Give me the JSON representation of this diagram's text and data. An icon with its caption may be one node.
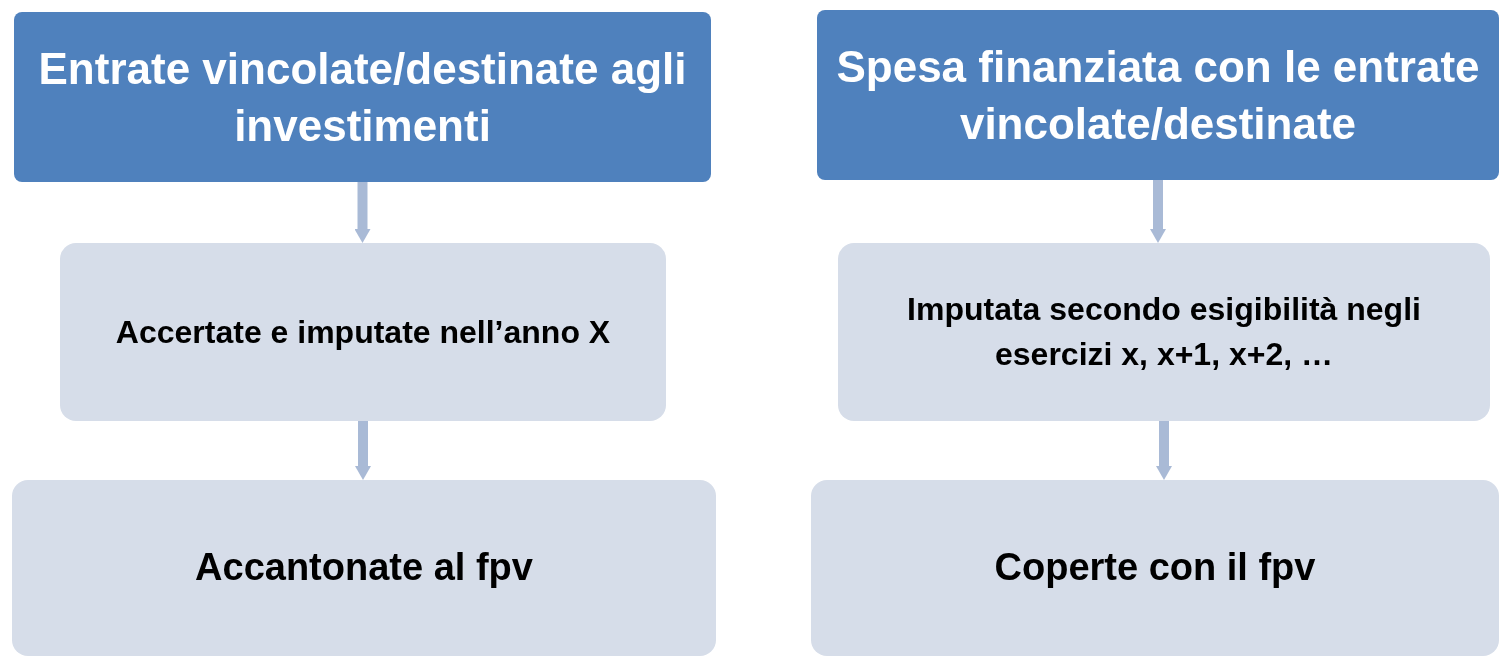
{
  "diagram": {
    "nodes": [
      {
        "text": [
          "Entrate vincolate/destinate agli investimenti"
        ]
      },
      {
        "text": [
          "Accertate e imputate nell’anno X"
        ]
      },
      {
        "text": [
          "Accantonate al fpv"
        ]
      },
      {
        "text": [
          "Spesa finanziata con le entrate vincolate/destinate"
        ]
      },
      {
        "text": [
          "Imputata secondo esigibilità negli esercizi x, x+1, x+2, …"
        ]
      },
      {
        "text": [
          "Coperte con il fpv"
        ]
      }
    ],
    "edges": [
      {
        "from": 0,
        "to": 1,
        "arrow": "to"
      },
      {
        "from": 1,
        "to": 2,
        "arrow": "to"
      },
      {
        "from": 3,
        "to": 4,
        "arrow": "to"
      },
      {
        "from": 4,
        "to": 5,
        "arrow": "to"
      }
    ]
  }
}
